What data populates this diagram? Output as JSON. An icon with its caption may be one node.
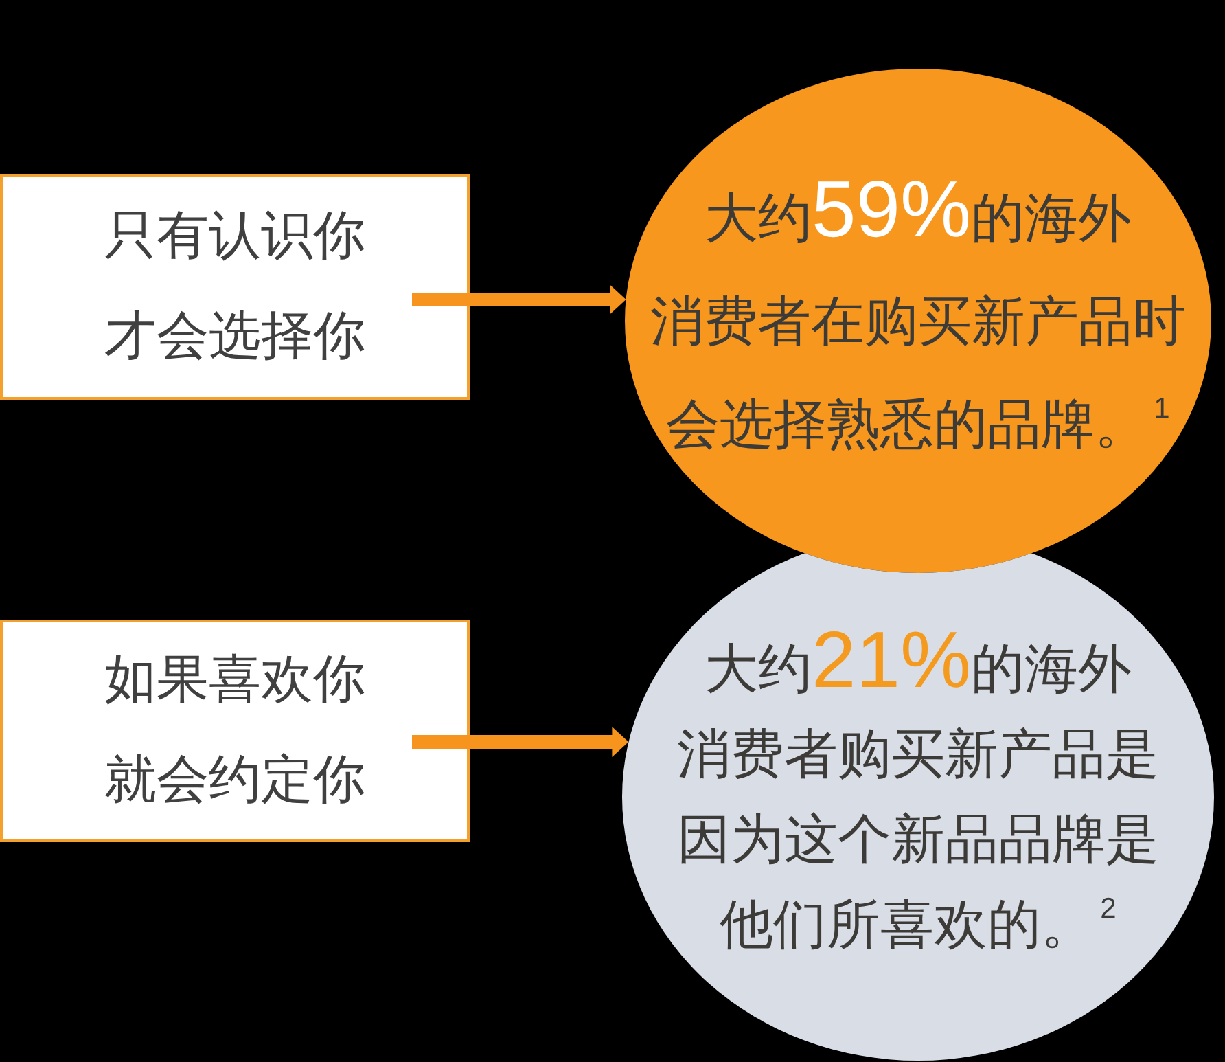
{
  "diagram": {
    "nodes": [
      {
        "text": [
          "只有认识你才会选择你"
        ]
      },
      {
        "text": [
          "大约59%的海外消费者在购买新产品时会选择熟悉的品牌。$^{1}$"
        ]
      },
      {
        "text": [
          "如果喜欢你就会约定你"
        ]
      },
      {
        "text": [
          "大约21%的海外消费者购买新产品是因为这个新品品牌是他们所喜欢的。$^{2}$"
        ]
      }
    ],
    "edges": [
      {
        "from": 0,
        "to": 1,
        "arrow": "to"
      },
      {
        "from": 2,
        "to": 3,
        "arrow": "to"
      }
    ]
  }
}
